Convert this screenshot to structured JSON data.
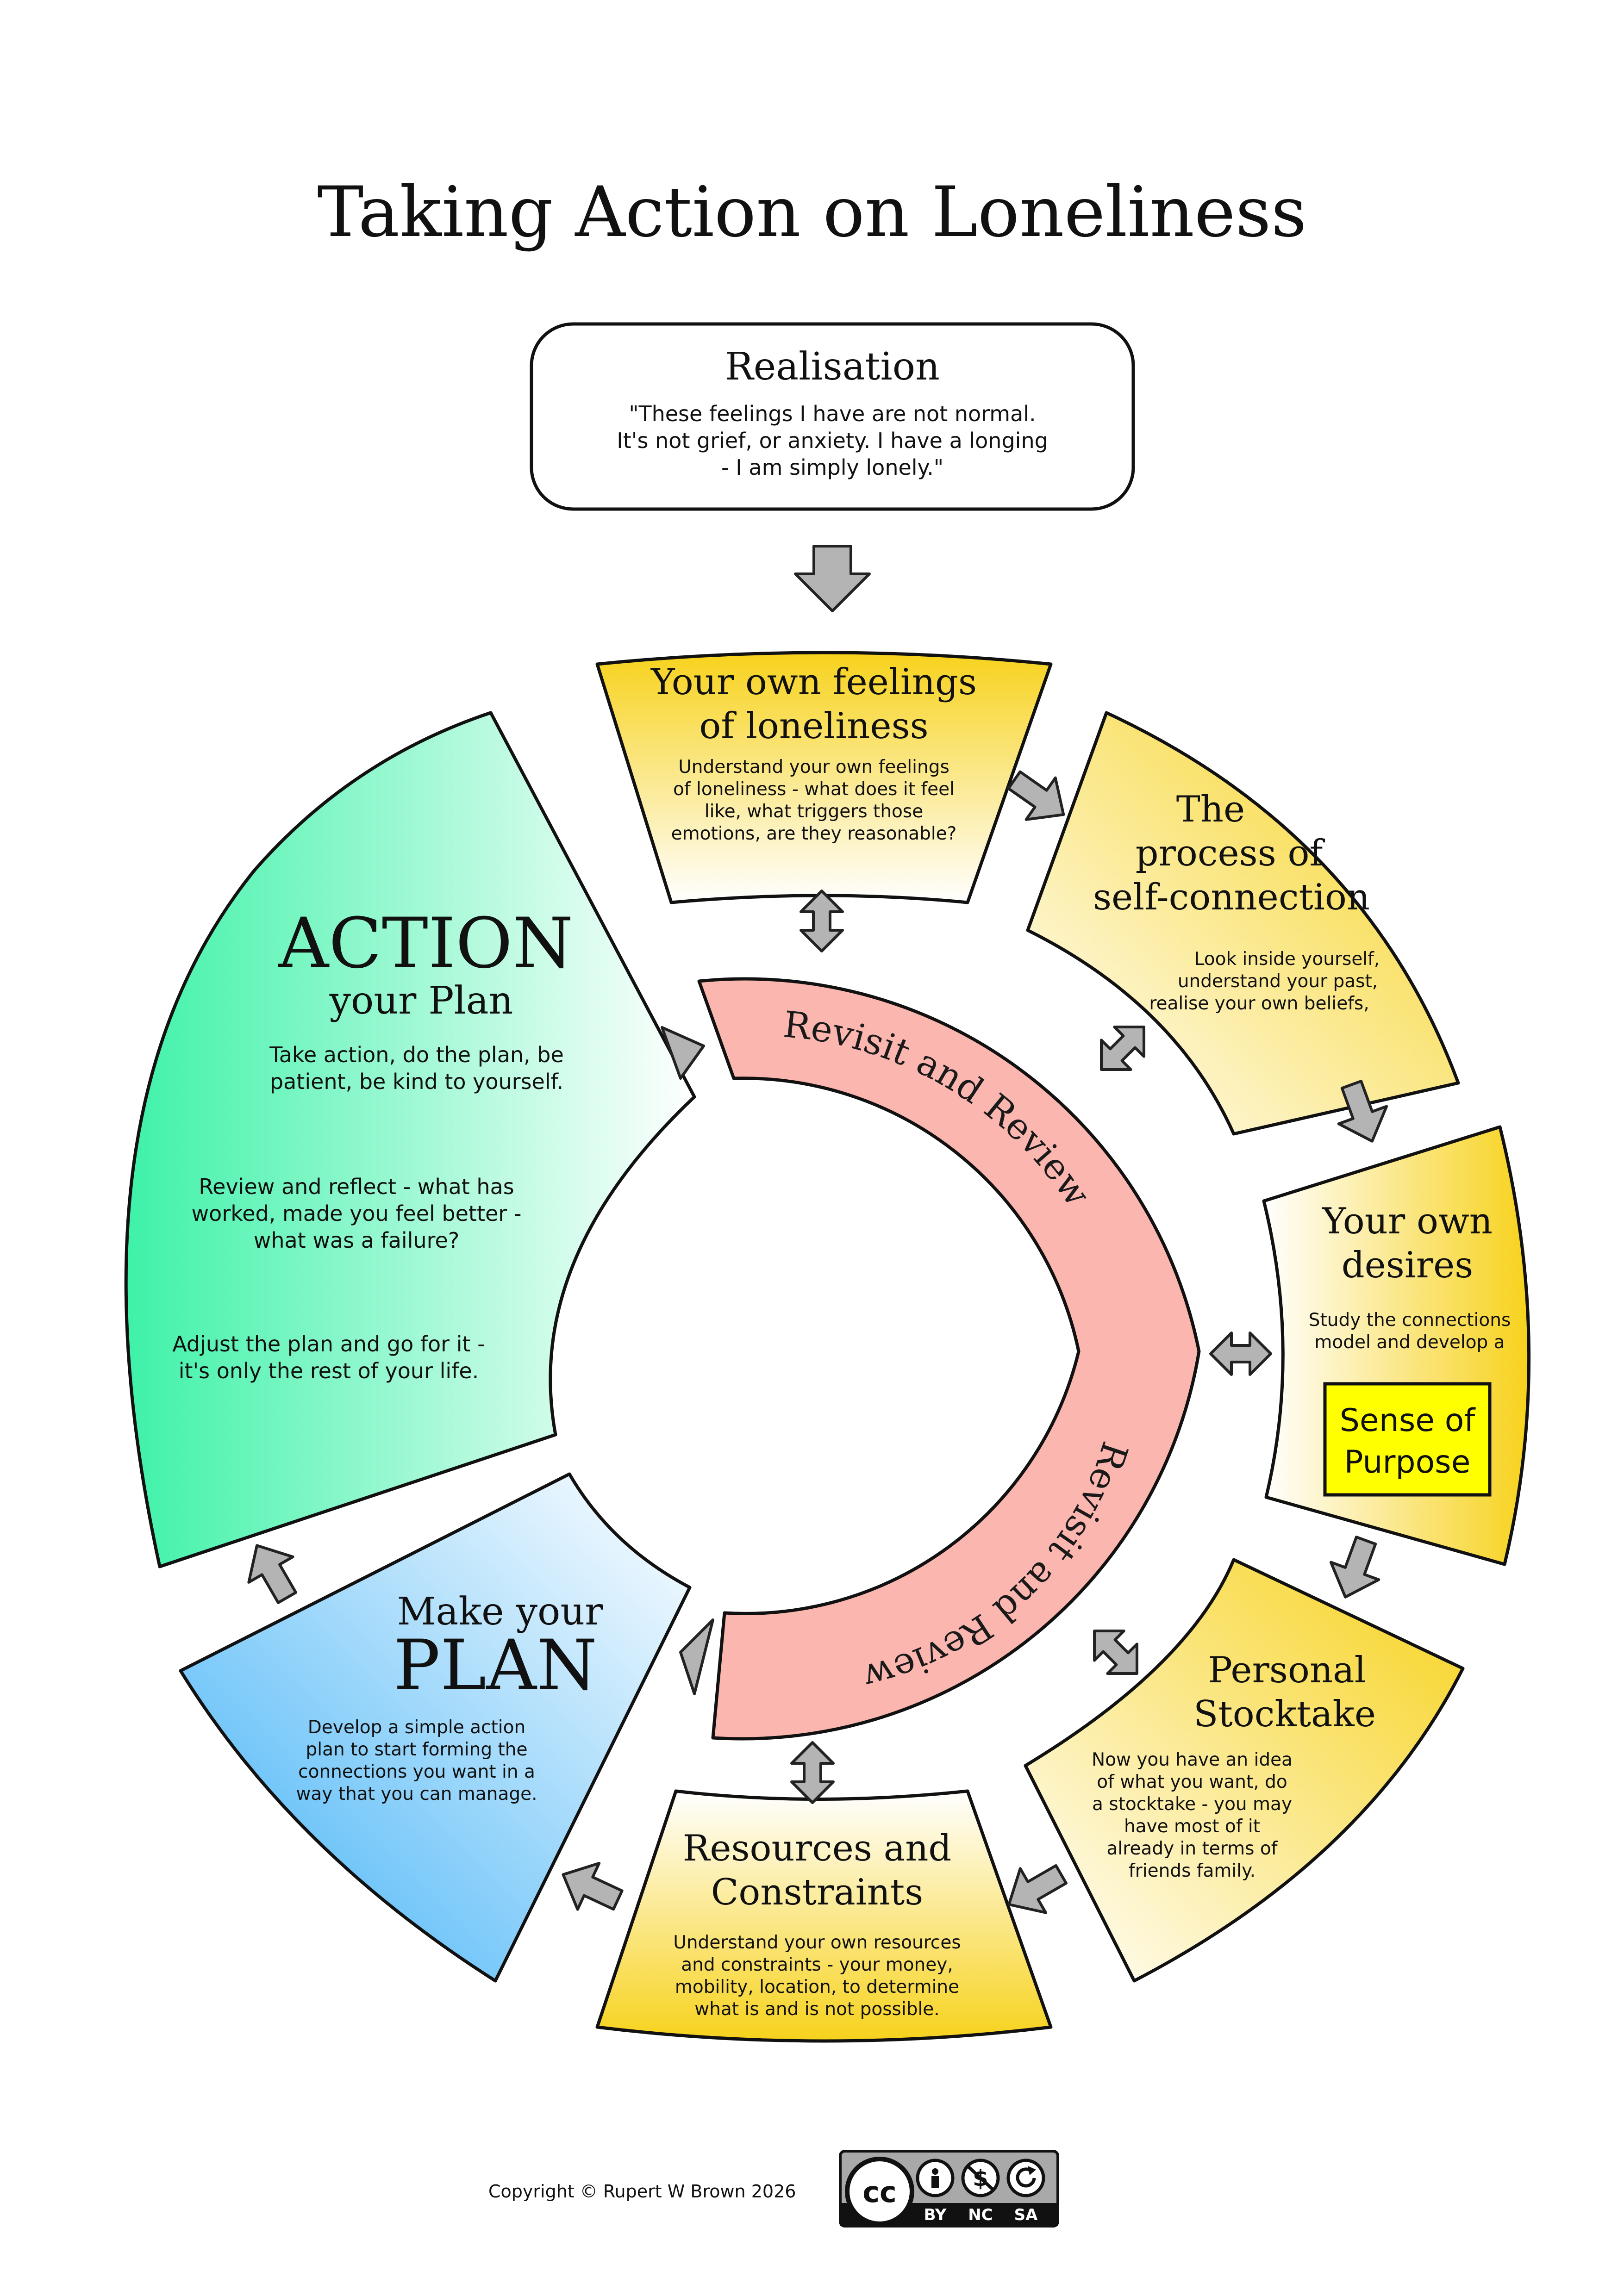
{
  "title": "Taking Action on Loneliness",
  "realisation": {
    "heading": "Realisation",
    "lines": [
      "\"These feelings I have are not normal.",
      "It's not grief, or anxiety. I have a longing",
      "- I am simply lonely.\""
    ]
  },
  "feelings": {
    "heading": [
      "Your own feelings",
      "of loneliness"
    ],
    "body": [
      "Understand your own feelings",
      "of loneliness - what does it feel",
      "like, what triggers those",
      "emotions, are they reasonable?"
    ]
  },
  "self_connection": {
    "heading": [
      "The",
      "process of",
      "self-connection"
    ],
    "body": [
      "Look inside yourself,",
      "understand your past,",
      "realise your own beliefs,"
    ]
  },
  "desires": {
    "heading": [
      "Your own",
      "desires"
    ],
    "body": [
      "Study the connections",
      "model and develop a"
    ],
    "purpose": [
      "Sense of",
      "Purpose"
    ]
  },
  "stocktake": {
    "heading": [
      "Personal",
      "Stocktake"
    ],
    "body": [
      "Now you have an idea",
      "of what you want, do",
      "a stocktake - you may",
      "have most of it",
      "already in terms of",
      "friends family."
    ]
  },
  "resources": {
    "heading": [
      "Resources and",
      "Constraints"
    ],
    "body": [
      "Understand your own resources",
      "and constraints - your money,",
      "mobility, location, to determine",
      "what is and is not possible."
    ]
  },
  "plan": {
    "heading_small": "Make your",
    "heading_big": "PLAN",
    "body": [
      "Develop a simple action",
      "plan to start forming the",
      "connections you want in a",
      "way that you can manage."
    ]
  },
  "action": {
    "heading_big": "ACTION",
    "heading_small": "your Plan",
    "body1": [
      "Take action, do the plan, be",
      "patient, be kind to yourself."
    ],
    "body2": [
      "Review and reflect - what has",
      "worked, made you feel better -",
      "what was a failure?"
    ],
    "body3": [
      "Adjust the plan and go for it -",
      "it's only the rest of your life."
    ]
  },
  "ring_label": "Revisit and Review",
  "copyright": "Copyright © Rupert W Brown 2026",
  "license": {
    "badge": "cc",
    "terms": [
      "BY",
      "NC",
      "SA"
    ],
    "icons": [
      "cc-icon",
      "person-icon",
      "no-dollar-icon",
      "share-alike-icon"
    ]
  },
  "colors": {
    "yellow": "#f7d21c",
    "green": "#3ef2a8",
    "blue": "#3fb1f7",
    "ring": "#fbb6b0",
    "arrow": "#b4b4b4",
    "purpose_box": "#ffff00"
  }
}
